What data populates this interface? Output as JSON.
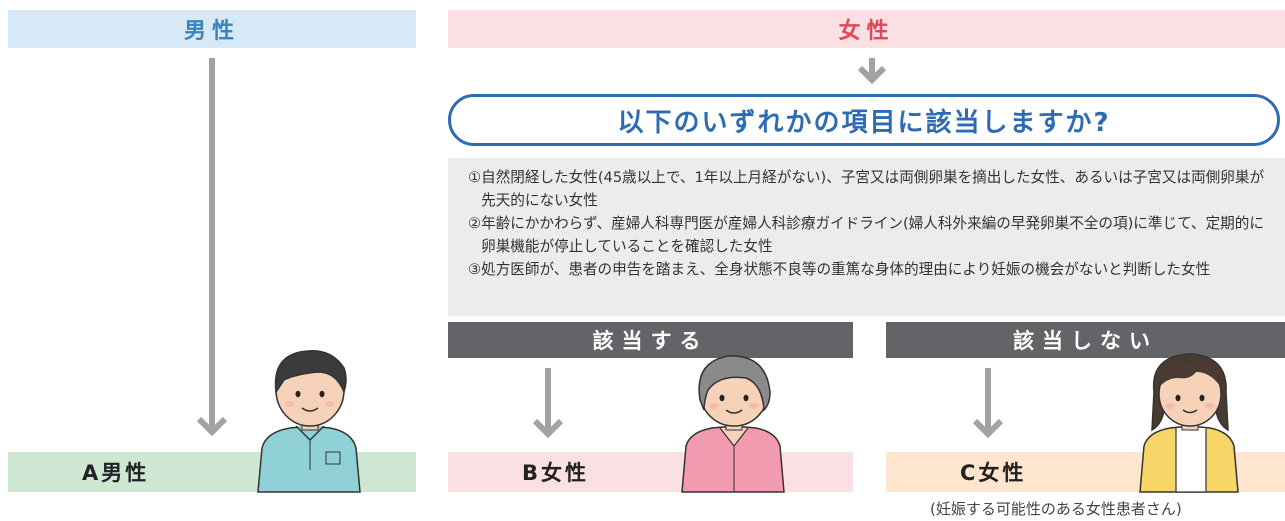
{
  "male_header": "男性",
  "female_header": "女性",
  "question": "以下のいずれかの項目に該当しますか?",
  "criteria": [
    {
      "num": "①",
      "text": "自然閉経した女性(45歳以上で、1年以上月経がない)、子宮又は両側卵巣を摘出した女性、あるいは子宮又は両側卵巣が先天的にない女性"
    },
    {
      "num": "②",
      "text": "年齢にかかわらず、産婦人科専門医が産婦人科診療ガイドライン(婦人科外来編の早発卵巣不全の項)に準じて、定期的に卵巣機能が停止していることを確認した女性"
    },
    {
      "num": "③",
      "text": "処方医師が、患者の申告を踏まえ、全身状態不良等の重篤な身体的理由により妊娠の機会がないと判断した女性"
    }
  ],
  "branch_yes": "該当する",
  "branch_no": "該当しない",
  "result_a": "A男性",
  "result_b": "B女性",
  "result_c": "C女性",
  "result_c_note": "(妊娠する可能性のある女性患者さん)",
  "colors": {
    "male_header_bg": "#d7e9f6",
    "male_header_text": "#3a84bd",
    "female_header_bg": "#fbe0e3",
    "female_header_text": "#e0475a",
    "question_border": "#2d6bb3",
    "criteria_bg": "#eaeced",
    "branch_bg": "#636467",
    "arrow": "#a2a3a5",
    "result_a_bg": "#cde7d3",
    "result_b_bg": "#fbe0e3",
    "result_c_bg": "#fde6cd"
  },
  "icons": [
    "male-patient-icon",
    "older-woman-icon",
    "young-woman-icon",
    "down-arrow-icon"
  ]
}
